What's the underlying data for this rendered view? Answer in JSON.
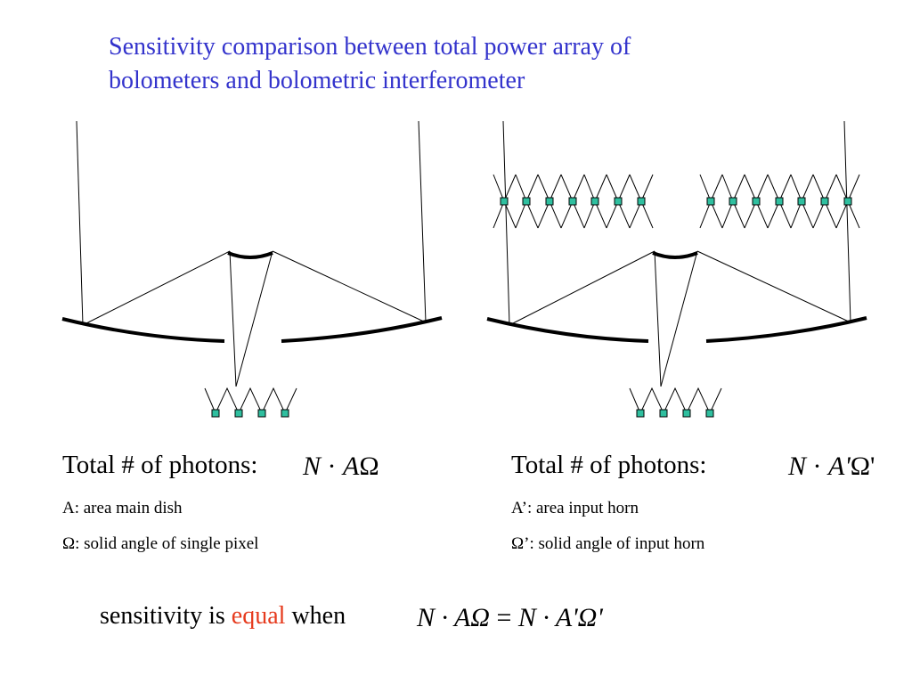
{
  "title": {
    "line1": "Sensitivity comparison between total power array of",
    "line2": "bolometers and bolometric interferometer"
  },
  "left": {
    "heading": "Total # of photons:",
    "formula": {
      "N": "N",
      "dot": "·",
      "A": "A",
      "omega": "Ω"
    },
    "note_a_label": "A: area main dish",
    "note_omega_symbol": "Ω",
    "note_omega_text": ": solid angle of single pixel"
  },
  "right": {
    "heading": "Total # of photons:",
    "formula": {
      "N": "N",
      "dot": "·",
      "A": "A'",
      "omega": "Ω'"
    },
    "note_a_label": "A’: area input horn",
    "note_omega_symbol": "Ω",
    "note_omega_text": "’: solid angle of input horn"
  },
  "bottom": {
    "prefix": "sensitivity is ",
    "highlight": "equal",
    "suffix": " when",
    "formula": {
      "lhs": "N · AΩ",
      "eq": "=",
      "rhs": "N · A'Ω'"
    }
  },
  "colors": {
    "title": "#3333cc",
    "accent": "#e63b1e",
    "detector": "#2fbf9f"
  }
}
